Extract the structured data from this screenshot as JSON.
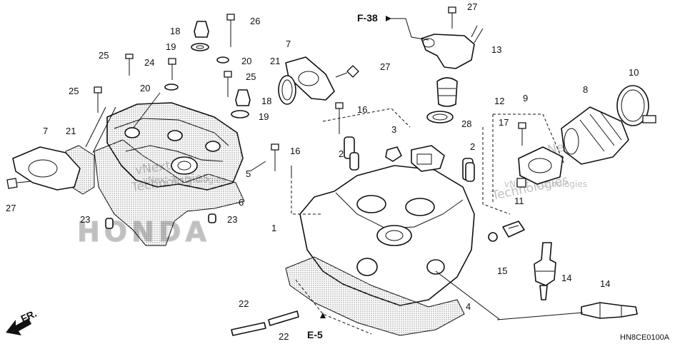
{
  "callouts": [
    {
      "id": "c1",
      "text": "1"
    },
    {
      "id": "c2a",
      "text": "2"
    },
    {
      "id": "c2b",
      "text": "2"
    },
    {
      "id": "c3",
      "text": "3"
    },
    {
      "id": "c4",
      "text": "4"
    },
    {
      "id": "c5",
      "text": "5"
    },
    {
      "id": "c6",
      "text": "6"
    },
    {
      "id": "c7a",
      "text": "7"
    },
    {
      "id": "c7b",
      "text": "7"
    },
    {
      "id": "c8",
      "text": "8"
    },
    {
      "id": "c9",
      "text": "9"
    },
    {
      "id": "c10",
      "text": "10"
    },
    {
      "id": "c11",
      "text": "11"
    },
    {
      "id": "c12",
      "text": "12"
    },
    {
      "id": "c13",
      "text": "13"
    },
    {
      "id": "c14a",
      "text": "14"
    },
    {
      "id": "c14b",
      "text": "14"
    },
    {
      "id": "c15",
      "text": "15"
    },
    {
      "id": "c16a",
      "text": "16"
    },
    {
      "id": "c16b",
      "text": "16"
    },
    {
      "id": "c17",
      "text": "17"
    },
    {
      "id": "c18a",
      "text": "18"
    },
    {
      "id": "c18b",
      "text": "18"
    },
    {
      "id": "c19a",
      "text": "19"
    },
    {
      "id": "c19b",
      "text": "19"
    },
    {
      "id": "c20a",
      "text": "20"
    },
    {
      "id": "c20b",
      "text": "20"
    },
    {
      "id": "c21a",
      "text": "21"
    },
    {
      "id": "c21b",
      "text": "21"
    },
    {
      "id": "c22a",
      "text": "22"
    },
    {
      "id": "c22b",
      "text": "22"
    },
    {
      "id": "c23a",
      "text": "23"
    },
    {
      "id": "c23b",
      "text": "23"
    },
    {
      "id": "c24",
      "text": "24"
    },
    {
      "id": "c25a",
      "text": "25"
    },
    {
      "id": "c25b",
      "text": "25"
    },
    {
      "id": "c25c",
      "text": "25"
    },
    {
      "id": "c26",
      "text": "26"
    },
    {
      "id": "c27a",
      "text": "27"
    },
    {
      "id": "c27b",
      "text": "27"
    },
    {
      "id": "c27c",
      "text": "27"
    },
    {
      "id": "c28",
      "text": "28"
    }
  ],
  "refs": {
    "f38": "F-38",
    "e5": "E-5",
    "front": "FR."
  },
  "diagram_code": "HN8CE0100A",
  "watermark": {
    "line1": "vNext",
    "line2": "Technologies",
    "inline": "vNext Technologies",
    "brand": "HONDA"
  }
}
